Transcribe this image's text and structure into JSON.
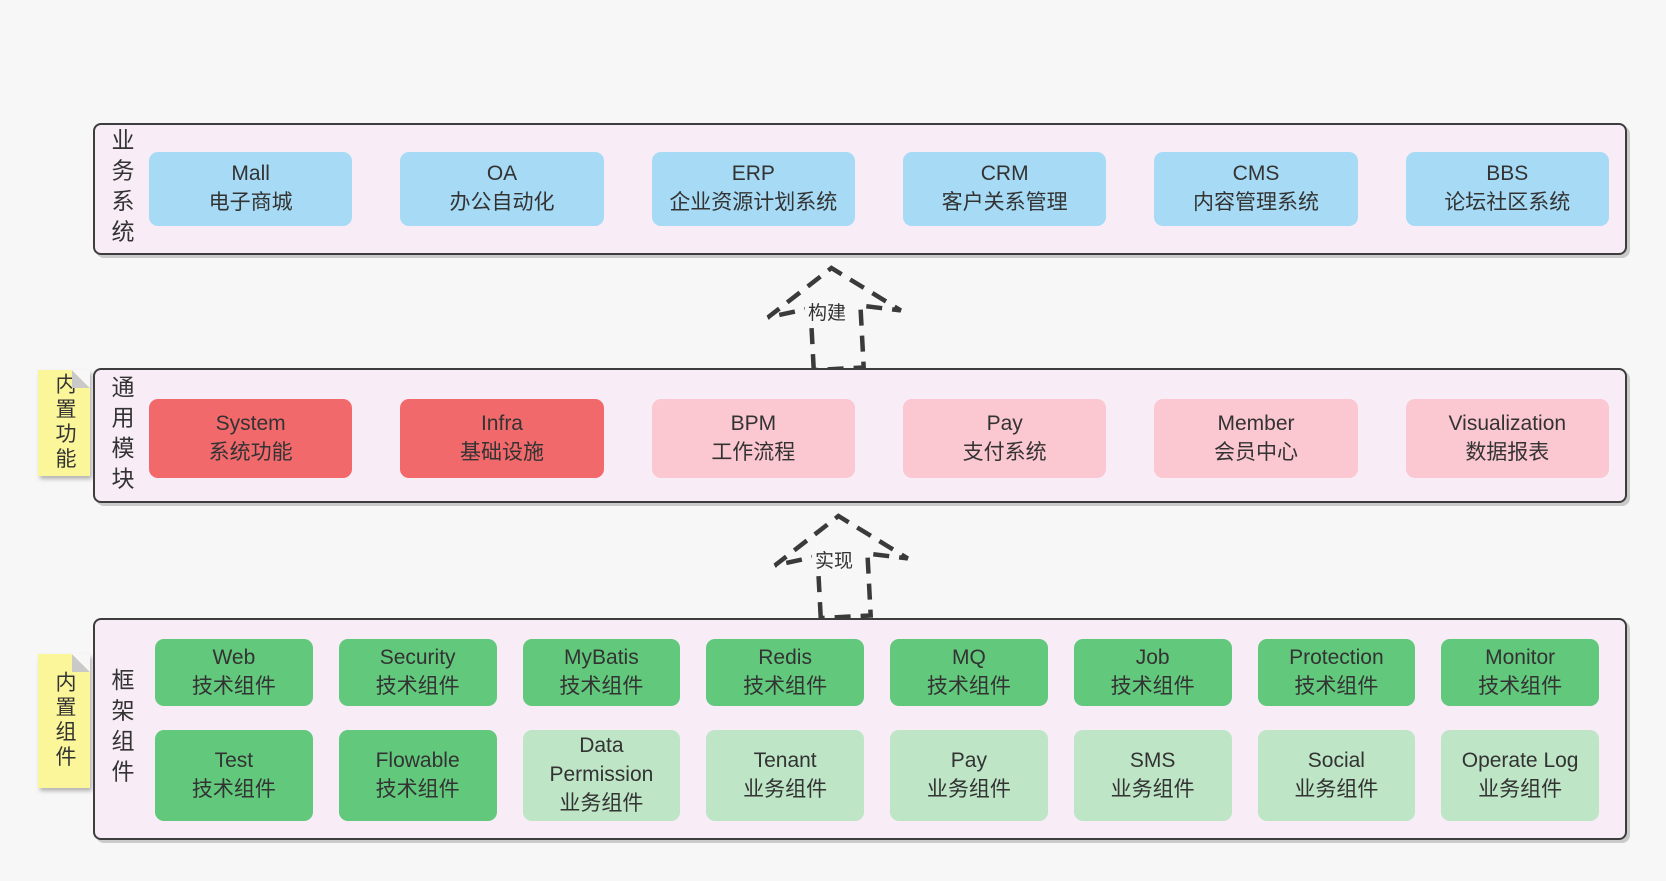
{
  "colors": {
    "page_bg": "#f7f7f7",
    "layer_bg": "#f8edf7",
    "layer_border": "#3d3d3d",
    "blue": "#a6daf5",
    "red": "#f2696c",
    "pink": "#fbc7d1",
    "green": "#61c87c",
    "green_light": "#bde5c6",
    "note_bg": "#fbf69a",
    "note_fold": "#c9c9c9",
    "text": "#333333",
    "arrow": "#3a3a3a"
  },
  "arrows": [
    {
      "label": "构建"
    },
    {
      "label": "实现"
    }
  ],
  "layers": {
    "business": {
      "side_label": "业务系统",
      "boxes": [
        {
          "name": "Mall",
          "desc": "电子商城",
          "variant": "blue"
        },
        {
          "name": "OA",
          "desc": "办公自动化",
          "variant": "blue"
        },
        {
          "name": "ERP",
          "desc": "企业资源计划系统",
          "variant": "blue"
        },
        {
          "name": "CRM",
          "desc": "客户关系管理",
          "variant": "blue"
        },
        {
          "name": "CMS",
          "desc": "内容管理系统",
          "variant": "blue"
        },
        {
          "name": "BBS",
          "desc": "论坛社区系统",
          "variant": "blue"
        }
      ]
    },
    "modules": {
      "side_label": "通用模块",
      "note": "内置功能",
      "boxes": [
        {
          "name": "System",
          "desc": "系统功能",
          "variant": "red"
        },
        {
          "name": "Infra",
          "desc": "基础设施",
          "variant": "red"
        },
        {
          "name": "BPM",
          "desc": "工作流程",
          "variant": "pink"
        },
        {
          "name": "Pay",
          "desc": "支付系统",
          "variant": "pink"
        },
        {
          "name": "Member",
          "desc": "会员中心",
          "variant": "pink"
        },
        {
          "name": "Visualization",
          "desc": "数据报表",
          "variant": "pink"
        }
      ]
    },
    "components": {
      "side_label": "框架组件",
      "note": "内置组件",
      "row1": [
        {
          "name": "Web",
          "desc": "技术组件",
          "variant": "green"
        },
        {
          "name": "Security",
          "desc": "技术组件",
          "variant": "green"
        },
        {
          "name": "MyBatis",
          "desc": "技术组件",
          "variant": "green"
        },
        {
          "name": "Redis",
          "desc": "技术组件",
          "variant": "green"
        },
        {
          "name": "MQ",
          "desc": "技术组件",
          "variant": "green"
        },
        {
          "name": "Job",
          "desc": "技术组件",
          "variant": "green"
        },
        {
          "name": "Protection",
          "desc": "技术组件",
          "variant": "green"
        },
        {
          "name": "Monitor",
          "desc": "技术组件",
          "variant": "green"
        }
      ],
      "row2": [
        {
          "name": "Test",
          "desc": "技术组件",
          "variant": "green"
        },
        {
          "name": "Flowable",
          "desc": "技术组件",
          "variant": "green"
        },
        {
          "name": "Data Permission",
          "desc": "业务组件",
          "variant": "green_light"
        },
        {
          "name": "Tenant",
          "desc": "业务组件",
          "variant": "green_light"
        },
        {
          "name": "Pay",
          "desc": "业务组件",
          "variant": "green_light"
        },
        {
          "name": "SMS",
          "desc": "业务组件",
          "variant": "green_light"
        },
        {
          "name": "Social",
          "desc": "业务组件",
          "variant": "green_light"
        },
        {
          "name": "Operate Log",
          "desc": "业务组件",
          "variant": "green_light"
        }
      ]
    }
  }
}
